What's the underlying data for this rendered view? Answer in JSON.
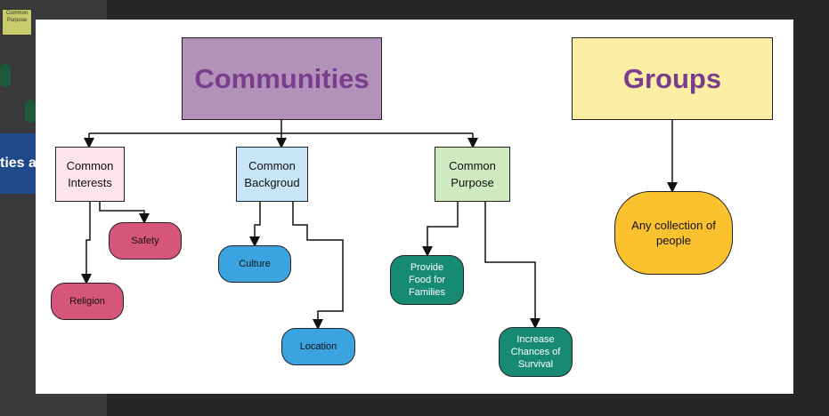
{
  "background": {
    "strip_text": "ties a",
    "mini_text": "Common Purpose"
  },
  "colors": {
    "canvas": "#ffffff",
    "communities_fill": "#b292b8",
    "groups_fill": "#fdeea6",
    "title_text": "#7a3c8c",
    "interests_fill": "#fde3ec",
    "background_fill": "#c8e6f7",
    "purpose_fill": "#cdeac0",
    "pink_pill": "#d6557b",
    "blue_pill": "#3aa3e0",
    "teal_pill": "#168a73",
    "yellow_pill": "#fcc12e"
  },
  "nodes": {
    "communities": "Communities",
    "groups": "Groups",
    "common_interests": "Common Interests",
    "common_background": "Common Backgroud",
    "common_purpose": "Common Purpose",
    "safety": "Safety",
    "religion": "Religion",
    "culture": "Culture",
    "location": "Location",
    "provide_food": "Provide Food for Families",
    "increase_chances": "Increase Chances of Survival",
    "any_collection": "Any collection of people"
  }
}
